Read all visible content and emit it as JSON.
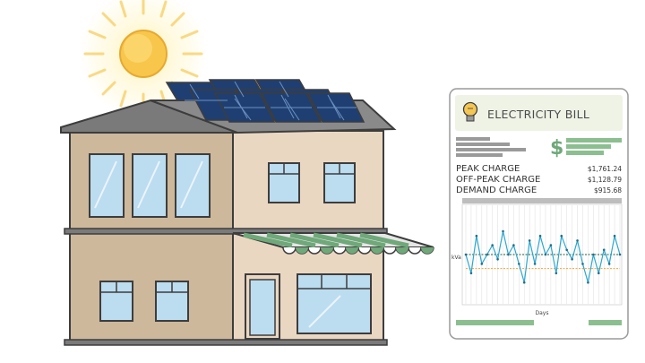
{
  "bill": {
    "title": "ELECTRICITY BILL",
    "currency_symbol": "$",
    "charges": [
      {
        "label": "PEAK CHARGE",
        "value": "$1,761.24"
      },
      {
        "label": "OFF-PEAK CHARGE",
        "value": "$1,128.79"
      },
      {
        "label": "DEMAND CHARGE",
        "value": "$915.68"
      }
    ],
    "chart": {
      "ylabel": "kVa",
      "xlabel": "Days"
    },
    "icons": {
      "bulb": "lightbulb-icon",
      "dollar": "dollar-icon"
    }
  },
  "chart_data": {
    "type": "line",
    "title": "",
    "xlabel": "Days",
    "ylabel": "kVa",
    "x": [
      1,
      2,
      3,
      4,
      5,
      6,
      7,
      8,
      9,
      10,
      11,
      12,
      13,
      14,
      15,
      16,
      17,
      18,
      19,
      20,
      21,
      22,
      23,
      24,
      25,
      26,
      27,
      28,
      29,
      30
    ],
    "series": [
      {
        "values": [
          0.5,
          0.3,
          0.7,
          0.4,
          0.5,
          0.6,
          0.45,
          0.75,
          0.5,
          0.6,
          0.4,
          0.2,
          0.65,
          0.4,
          0.7,
          0.5,
          0.6,
          0.3,
          0.7,
          0.55,
          0.45,
          0.65,
          0.4,
          0.2,
          0.5,
          0.3,
          0.55,
          0.4,
          0.7,
          0.5
        ]
      }
    ],
    "reference_lines": [
      0.5,
      0.35
    ],
    "ylim": [
      0,
      1
    ],
    "grid": true,
    "colors": {
      "line": "#2aa7d2",
      "markers": "#1f6f8b",
      "ref_dark": "#1f5b3a",
      "ref_orange": "#f2a23a"
    }
  },
  "colors": {
    "house_left": "#cdb89b",
    "house_right": "#ead7c2",
    "roof": "#7a7a7a",
    "panel": "#1f3f73",
    "sun": "#f7c64b",
    "awning": "#6fa879",
    "bill_accent": "#8bbf8f"
  }
}
